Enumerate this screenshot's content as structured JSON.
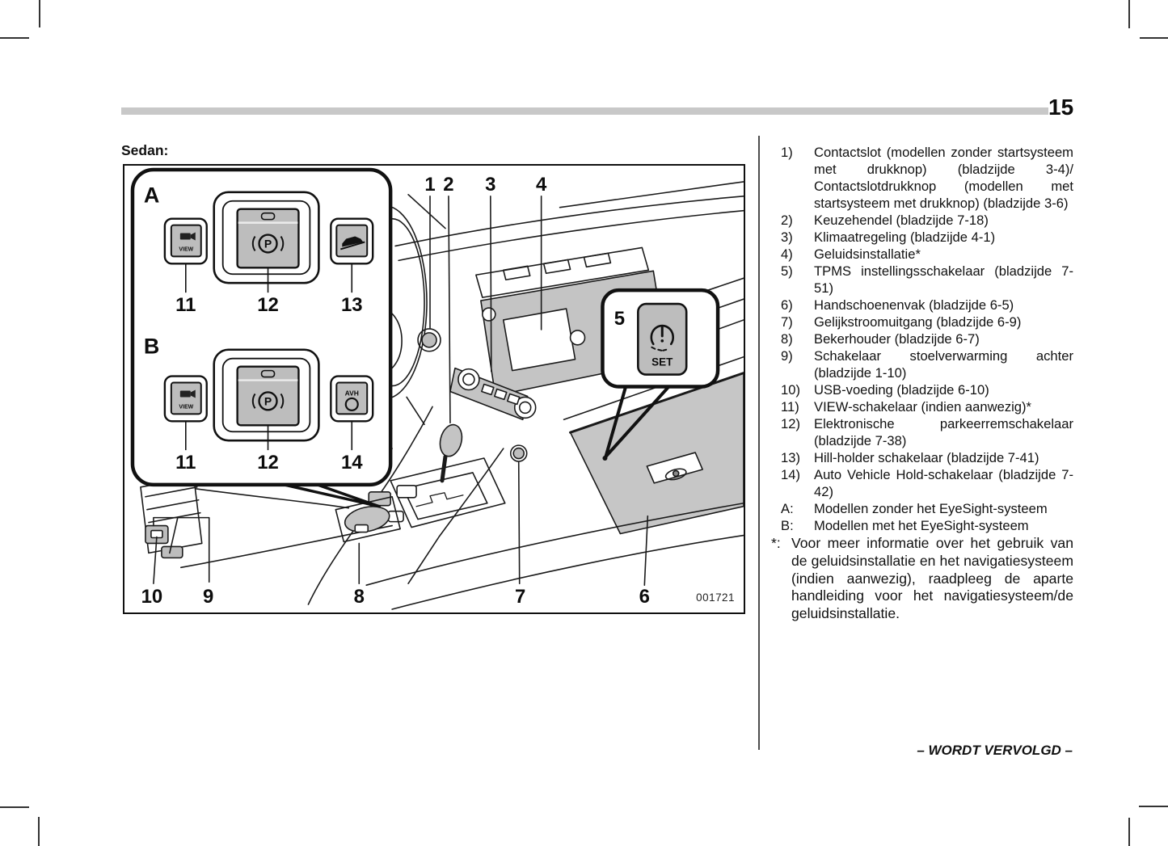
{
  "page": {
    "number": "15",
    "section_label": "Sedan:",
    "footer": "– WORDT VERVOLGD –",
    "figure_code": "001721"
  },
  "colors": {
    "header_bar_gray": "#c8c8c8",
    "button_gray": "#bdbdbd",
    "panel_gray": "#c4c4c4",
    "glovebox_gray": "#c6c6c6"
  },
  "inset": {
    "row_a_label": "A",
    "row_b_label": "B",
    "view_label": "VIEW",
    "p_symbol": "P",
    "avh_label": "AVH",
    "row_a_numbers": [
      "11",
      "12",
      "13"
    ],
    "row_b_numbers": [
      "11",
      "12",
      "14"
    ]
  },
  "callout_box": {
    "number": "5",
    "set_label": "SET"
  },
  "diagram": {
    "top_callouts": [
      "1",
      "2",
      "3",
      "4"
    ],
    "bottom_callouts": [
      "10",
      "9",
      "8",
      "7",
      "6"
    ]
  },
  "legend": {
    "items": [
      {
        "num": "1)",
        "text": "Contactslot (modellen zonder startsysteem met drukknop) (bladzijde 3-4)/ Contactslotdrukknop (modellen met startsysteem met drukknop) (bladzijde 3-6)"
      },
      {
        "num": "2)",
        "text": "Keuzehendel (bladzijde 7-18)"
      },
      {
        "num": "3)",
        "text": "Klimaatregeling (bladzijde 4-1)"
      },
      {
        "num": "4)",
        "text": "Geluidsinstallatie*"
      },
      {
        "num": "5)",
        "text": "TPMS instellingsschakelaar (bladzijde 7-51)"
      },
      {
        "num": "6)",
        "text": "Handschoenenvak (bladzijde 6-5)"
      },
      {
        "num": "7)",
        "text": "Gelijkstroomuitgang (bladzijde 6-9)"
      },
      {
        "num": "8)",
        "text": "Bekerhouder (bladzijde 6-7)"
      },
      {
        "num": "9)",
        "text": "Schakelaar stoelverwarming achter (bladzijde 1-10)"
      },
      {
        "num": "10)",
        "text": "USB-voeding (bladzijde 6-10)"
      },
      {
        "num": "11)",
        "text": "VIEW-schakelaar (indien aanwezig)*"
      },
      {
        "num": "12)",
        "text": "Elektronische parkeerremschakelaar (bladzijde 7-38)"
      },
      {
        "num": "13)",
        "text": "Hill-holder schakelaar (bladzijde 7-41)"
      },
      {
        "num": "14)",
        "text": "Auto Vehicle Hold-schakelaar (bladzijde 7-42)"
      }
    ],
    "letters": [
      {
        "num": "A:",
        "text": "Modellen zonder het EyeSight-systeem"
      },
      {
        "num": "B:",
        "text": "Modellen met het EyeSight-systeem"
      }
    ],
    "footnote": {
      "marker": "*:",
      "text": "Voor meer informatie over het gebruik van de geluidsinstallatie en het navigatiesysteem (indien aanwezig), raadpleeg de aparte handleiding voor het navigatiesysteem/de geluidsinstallatie."
    }
  }
}
